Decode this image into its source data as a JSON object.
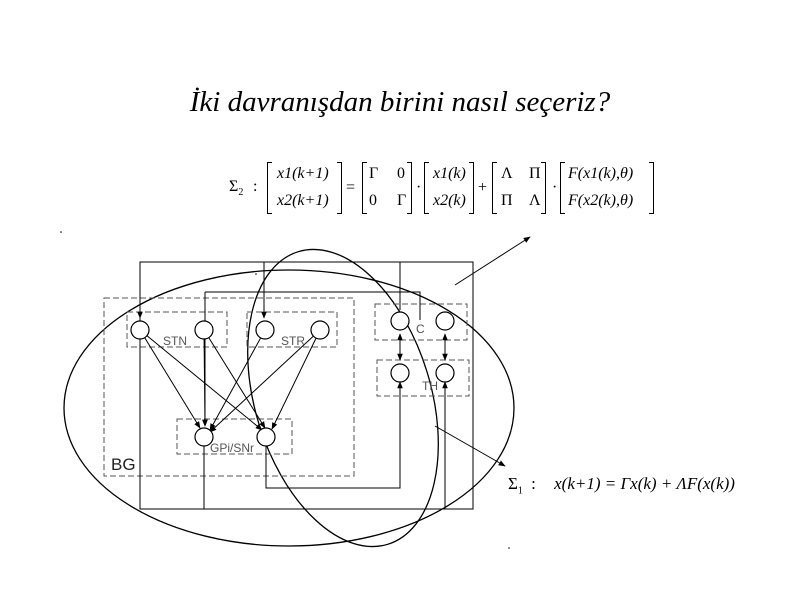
{
  "title": "İki davranışdan birini nasıl seçeriz?",
  "equation2": {
    "name": "Σ",
    "name_sub": "2",
    "colon": ":",
    "lhs_row1": "x1(k+1)",
    "lhs_row2": "x2(k+1)",
    "equals": "=",
    "gamma_matrix": {
      "r1c1": "Γ",
      "r1c2": "0",
      "r2c1": "0",
      "r2c2": "Γ"
    },
    "dot1": "·",
    "state_row1": "x1(k)",
    "state_row2": "x2(k)",
    "plus": "+",
    "coupling_matrix": {
      "r1c1": "Λ",
      "r1c2": "Π",
      "r2c1": "Π",
      "r2c2": "Λ"
    },
    "dot2": "·",
    "f_row1": "F(x1(k),θ)",
    "f_row2": "F(x2(k),θ)"
  },
  "equation1": {
    "name": "Σ",
    "name_sub": "1",
    "colon": ":",
    "body": "x(k+1) = Γx(k) + ΛF(x(k))"
  },
  "diagram": {
    "labels": {
      "stn": "STN",
      "str": "STR",
      "c": "C",
      "th": "TH",
      "gpi": "GPi/SNr",
      "bg": "BG"
    }
  }
}
